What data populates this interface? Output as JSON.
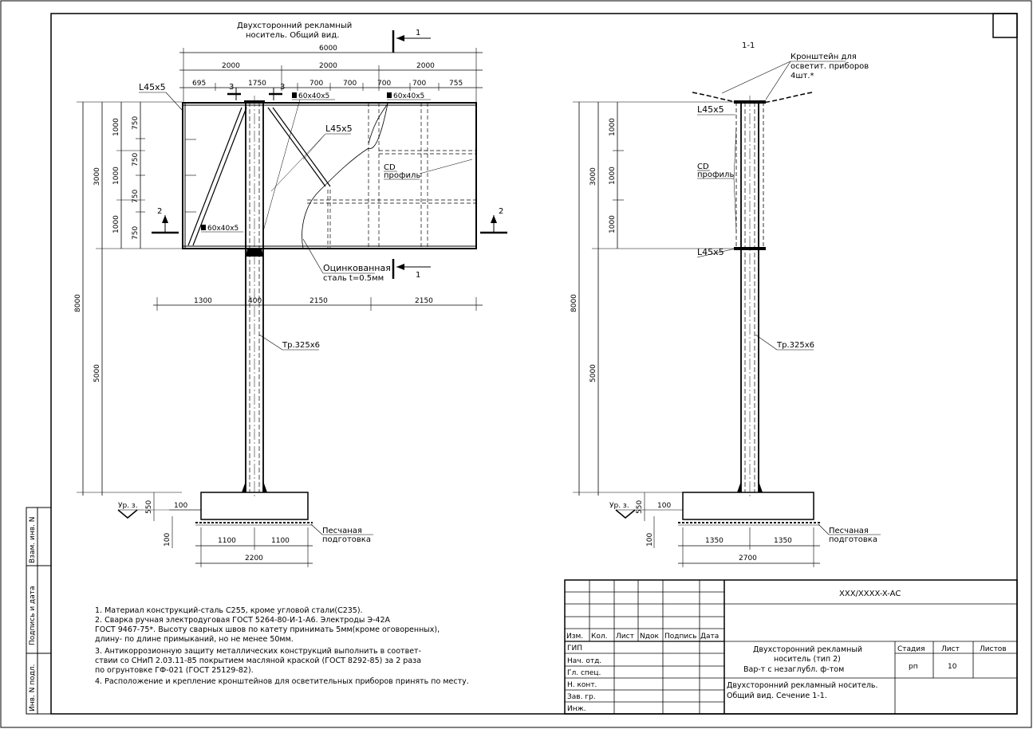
{
  "front_view": {
    "title_line1": "Двухсторонний рекламный",
    "title_line2": "носитель. Общий вид.",
    "dims_top": [
      "6000",
      "2000",
      "2000",
      "2000",
      "695",
      "1750",
      "700",
      "700",
      "700",
      "700",
      "755"
    ],
    "dims_left": [
      "3000",
      "1000",
      "1000",
      "1000",
      "750",
      "750",
      "750",
      "750",
      "8000",
      "5000"
    ],
    "dims_bottom": [
      "1300",
      "400",
      "2150",
      "2150"
    ],
    "foundation_dims": [
      "550",
      "100",
      "100",
      "1100",
      "1100",
      "2200"
    ],
    "labels": {
      "angle_top": "L45x5",
      "angle_mid": "L45x5",
      "plate_1": "60x40x5",
      "plate_2": "60x40x5",
      "plate_3": "60x40x5",
      "cd_1": "CD",
      "cd_2": "профиль",
      "sheet_1": "Оцинкованная",
      "sheet_2": "сталь t=0.5мм",
      "pipe": "Тр.325x6",
      "ground": "Ур. з.",
      "sand_1": "Песчаная",
      "sand_2": "подготовка"
    },
    "section_marks": [
      "1",
      "1",
      "2",
      "2",
      "3",
      "3"
    ]
  },
  "side_view": {
    "title": "1-1",
    "bracket_1": "Кронштейн для",
    "bracket_2": "осветит. приборов",
    "bracket_3": "4шт.*",
    "angle_top": "L45x5",
    "angle_bottom": "L45x5",
    "cd_1": "CD",
    "cd_2": "профиль",
    "pipe": "Тр.325x6",
    "ground": "Ур. з.",
    "dims_left": [
      "3000",
      "1000",
      "1000",
      "1000",
      "8000",
      "5000"
    ],
    "foundation_dims": [
      "550",
      "100",
      "100",
      "1350",
      "1350",
      "2700"
    ],
    "sand_1": "Песчаная",
    "sand_2": "подготовка"
  },
  "notes": [
    "1. Материал конструкций-сталь С255, кроме угловой стали(С235).",
    "2. Сварка ручная электродуговая ГОСТ 5264-80-И-1-А6. Электроды Э-42А",
    "ГОСТ 9467-75*. Высоту сварных швов по катету принимать 5мм(кроме оговоренных),",
    "длину- по длине примыканий, но не менее 50мм.",
    "3. Антикоррозионную защиту металлических конструкций выполнить в соответ-",
    "ствии со СНиП 2.03.11-85 покрытием масляной краской (ГОСТ 8292-85) за 2 раза",
    "по огрунтовке ГФ-021 (ГОСТ 25129-82).",
    "4. Расположение и крепление кронштейнов для осветительных приборов принять по месту."
  ],
  "left_stamp": [
    "Взам. инв. N",
    "Подпись и дата",
    "Инв. N подл."
  ],
  "title_block": {
    "code": "XXX/XXXX-X-AC",
    "columns": [
      "Изм.",
      "Кол.",
      "Лист",
      "Nдок",
      "Подпись",
      "Дата"
    ],
    "roles": [
      "ГИП",
      "Нач. отд.",
      "Гл. спец.",
      "Н. конт.",
      "Зав. гр.",
      "Инж."
    ],
    "desc_line1": "Двухсторонний рекламный",
    "desc_line2": "носитель (тип 2)",
    "desc_line3": "Вар-т с незаглубл. ф-том",
    "stage_header": "Стадия",
    "sheet_header": "Лист",
    "sheets_header": "Листов",
    "stage": "рп",
    "sheet": "10",
    "sheets": "",
    "drawing_name_1": "Двухсторонний рекламный носитель.",
    "drawing_name_2": "Общий вид.  Сечение 1-1."
  }
}
